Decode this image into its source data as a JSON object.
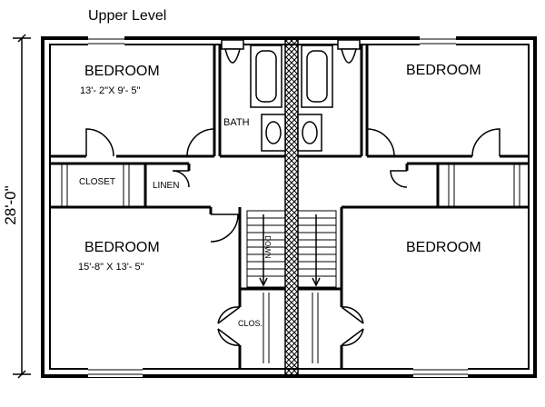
{
  "title": "Upper Level",
  "dimension": "28'-0\"",
  "rooms": {
    "bedroom_upper_left": {
      "name": "BEDROOM",
      "size": "13'- 2\"X 9'- 5\""
    },
    "bedroom_upper_right": {
      "name": "BEDROOM"
    },
    "bedroom_lower_left": {
      "name": "BEDROOM",
      "size": "15'-8\" X 13'- 5\""
    },
    "bedroom_lower_right": {
      "name": "BEDROOM"
    },
    "bath": "BATH",
    "closet": "CLOSET",
    "linen": "LINEN",
    "clos": "CLOS.",
    "stair_label": "DOWN"
  }
}
